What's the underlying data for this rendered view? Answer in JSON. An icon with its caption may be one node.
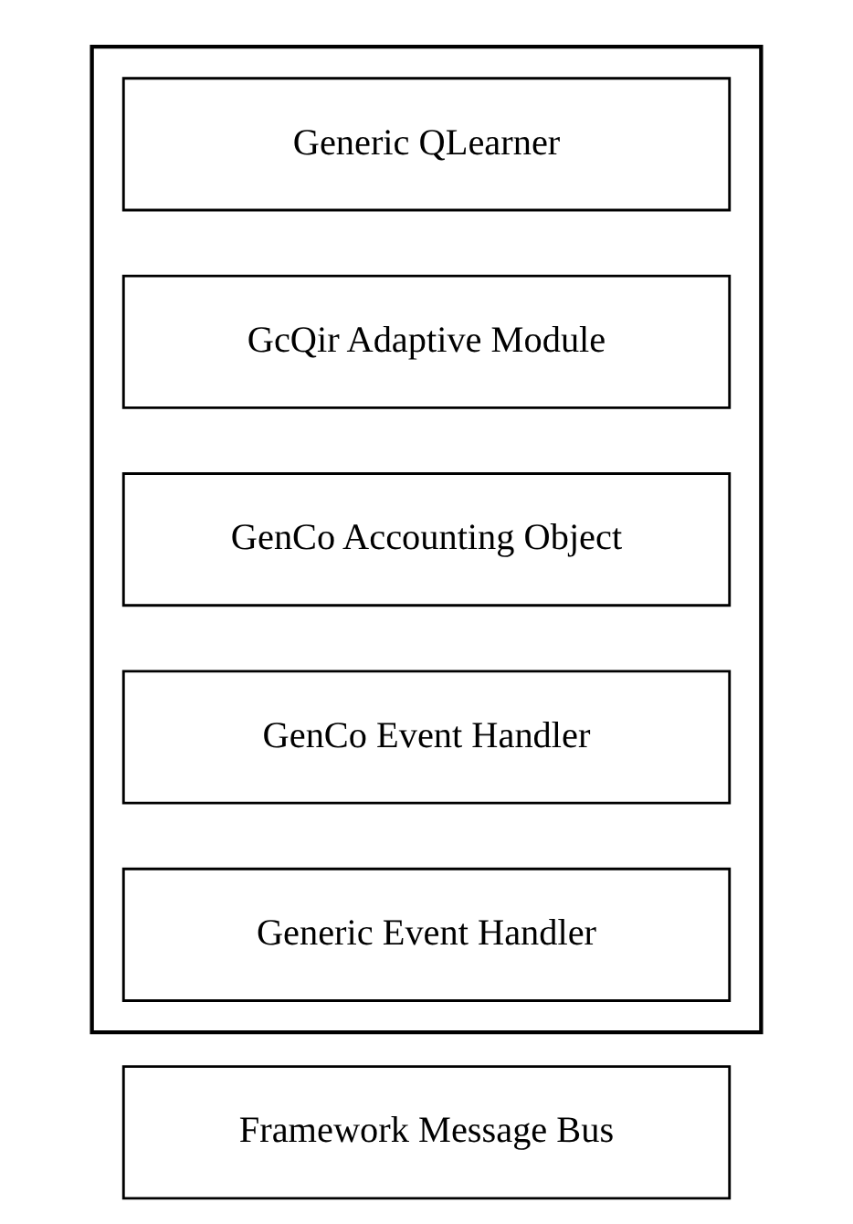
{
  "diagram": {
    "nodes": [
      {
        "text": [],
        "shape": "box"
      },
      {
        "text": [
          "Generic QLearner"
        ],
        "in": 0
      },
      {
        "text": [
          "GcQir Adaptive Module"
        ],
        "in": 0
      },
      {
        "text": [
          "GenCo Accounting Object"
        ],
        "in": 0
      },
      {
        "text": [
          "GenCo Event Handler"
        ],
        "in": 0
      },
      {
        "text": [
          "Generic Event Handler"
        ],
        "in": 0
      },
      {
        "text": [
          "Framework Message Bus"
        ]
      }
    ],
    "edges": []
  }
}
